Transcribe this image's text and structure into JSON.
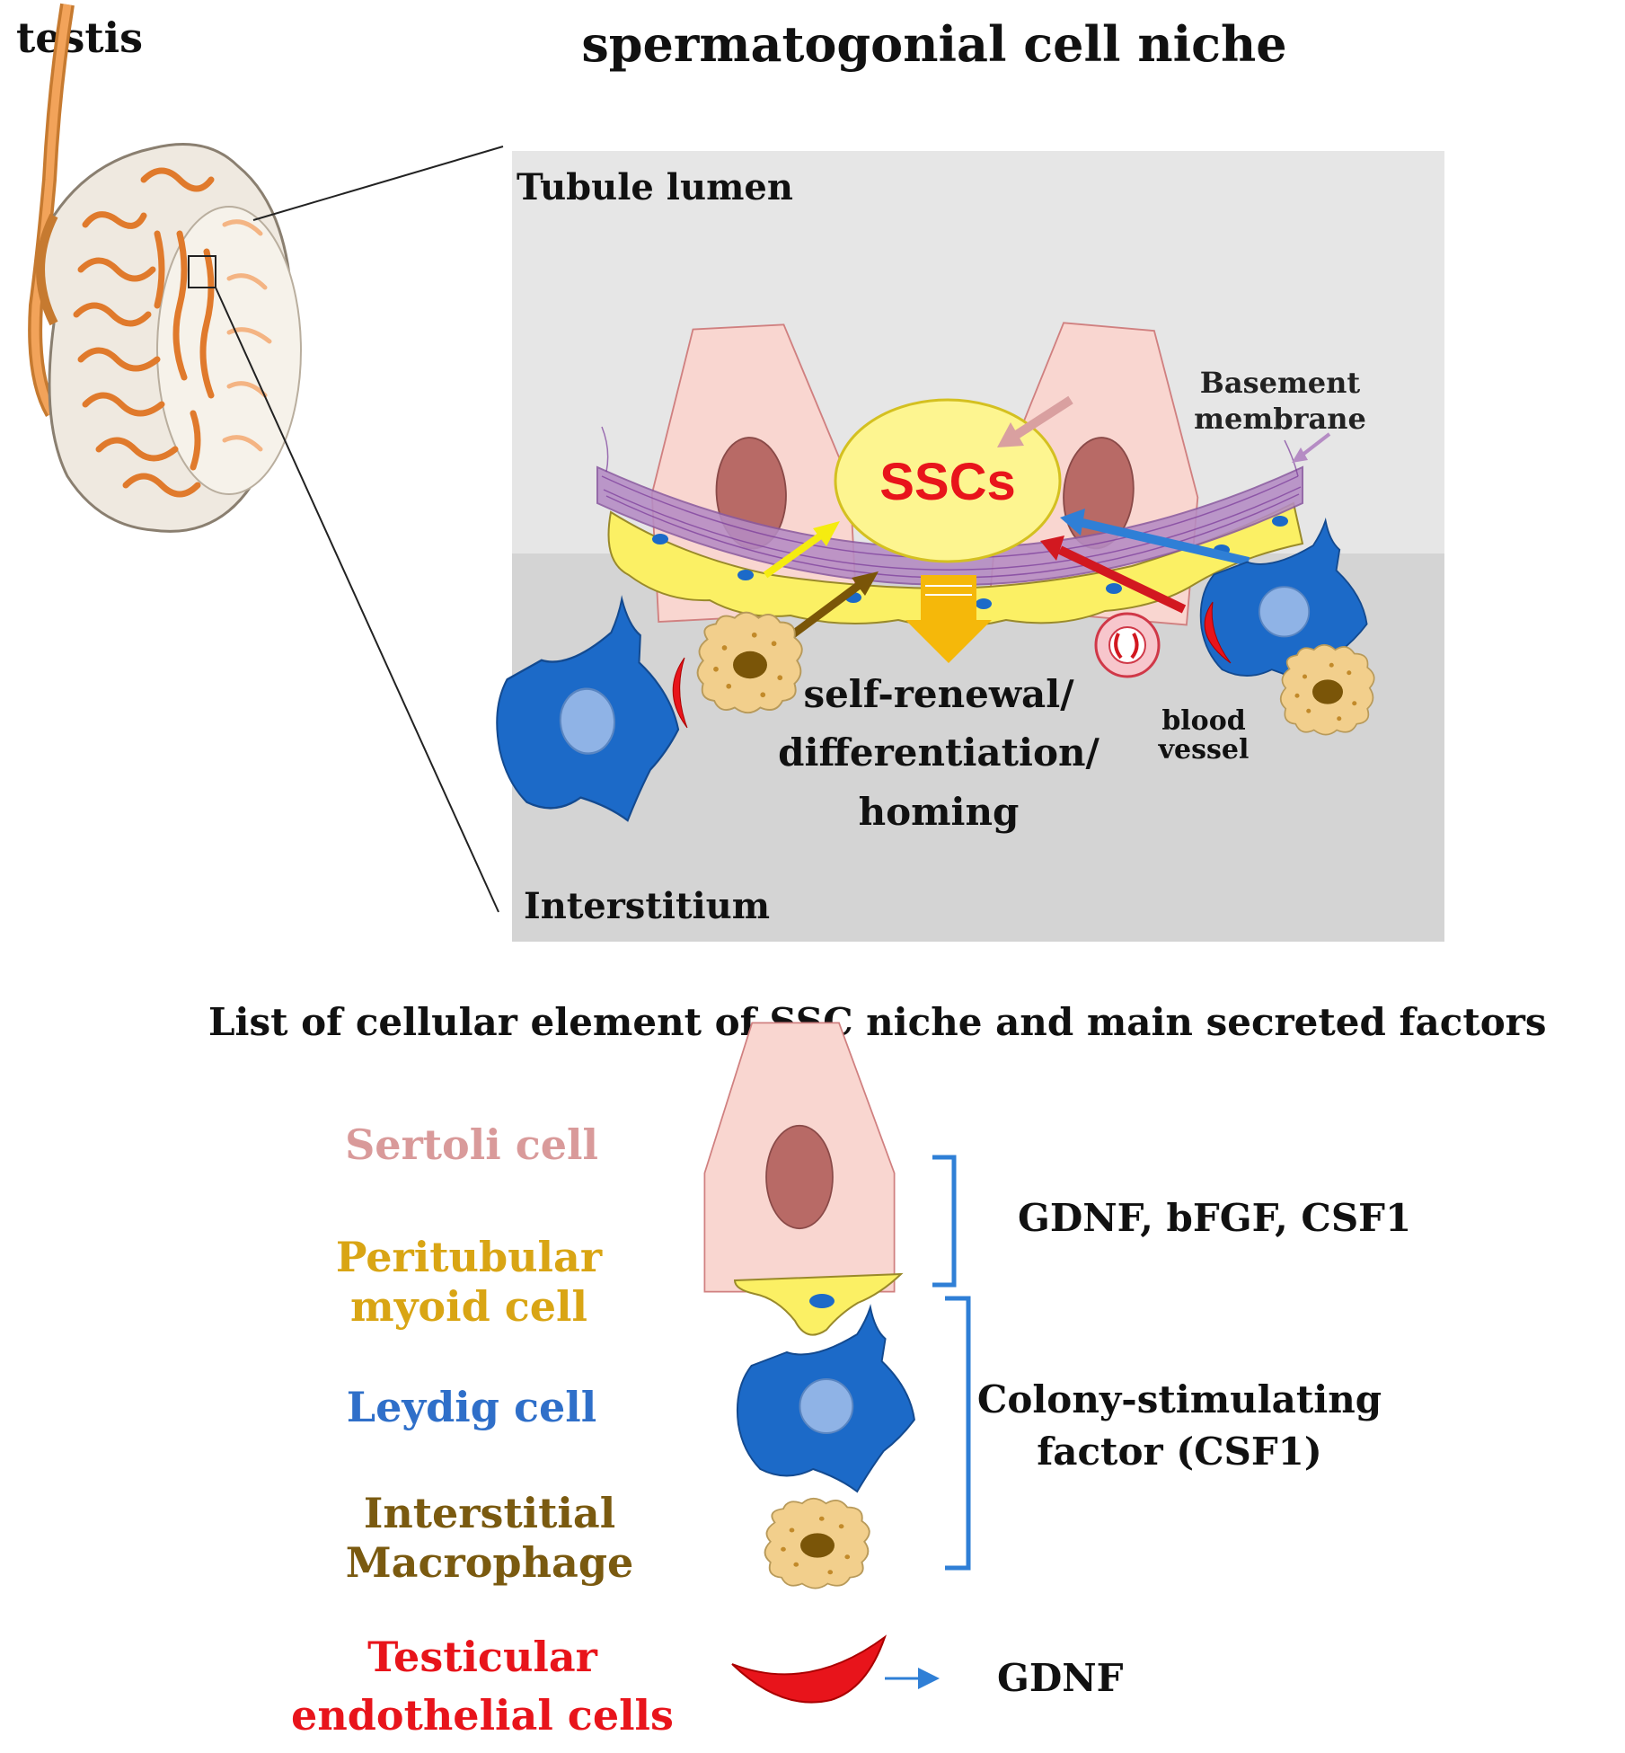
{
  "title": "spermatogonial cell niche",
  "testis_label": "testis",
  "region_top": "Tubule lumen",
  "region_bottom": "Interstitium",
  "center_cell": "SSCs",
  "basement_label": [
    "Basement",
    "membrane"
  ],
  "outcome_label": [
    "self-renewal/",
    "differentiation/",
    "homing"
  ],
  "vessel_label": [
    "blood",
    "vessel"
  ],
  "list_title": "List of cellular element of SSC niche and  main secreted factors",
  "cells": [
    {
      "name": [
        "Sertoli cell"
      ],
      "color": "#d99a9a"
    },
    {
      "name": [
        "Peritubular",
        "myoid cell"
      ],
      "color": "#d9a514"
    },
    {
      "name": [
        "Leydig cell"
      ],
      "color": "#2f6fc9"
    },
    {
      "name": [
        "Interstitial",
        "Macrophage"
      ],
      "color": "#7a5a10"
    },
    {
      "name": [
        "Testicular",
        "endothelial cells"
      ],
      "color": "#e8141b"
    }
  ],
  "factors": {
    "group1": "GDNF, bFGF, CSF1",
    "group2": [
      "Colony-stimulating",
      "factor (CSF1)"
    ],
    "endothelial": "GDNF"
  },
  "colors": {
    "sertoli_fill": "#f9d6d0",
    "sertoli_nucleus": "#b86a66",
    "myoid_fill": "#fbf064",
    "leydig_fill": "#1c6ac8",
    "macrophage_fill": "#f2cf8c",
    "endothelial": "#e8141b",
    "membrane": "#b58cc4",
    "ssc_fill": "#fdf590",
    "bracket": "#2f7fd6",
    "lumen_bg": "#e6e6e6",
    "interstitium_bg": "#d4d4d4"
  }
}
